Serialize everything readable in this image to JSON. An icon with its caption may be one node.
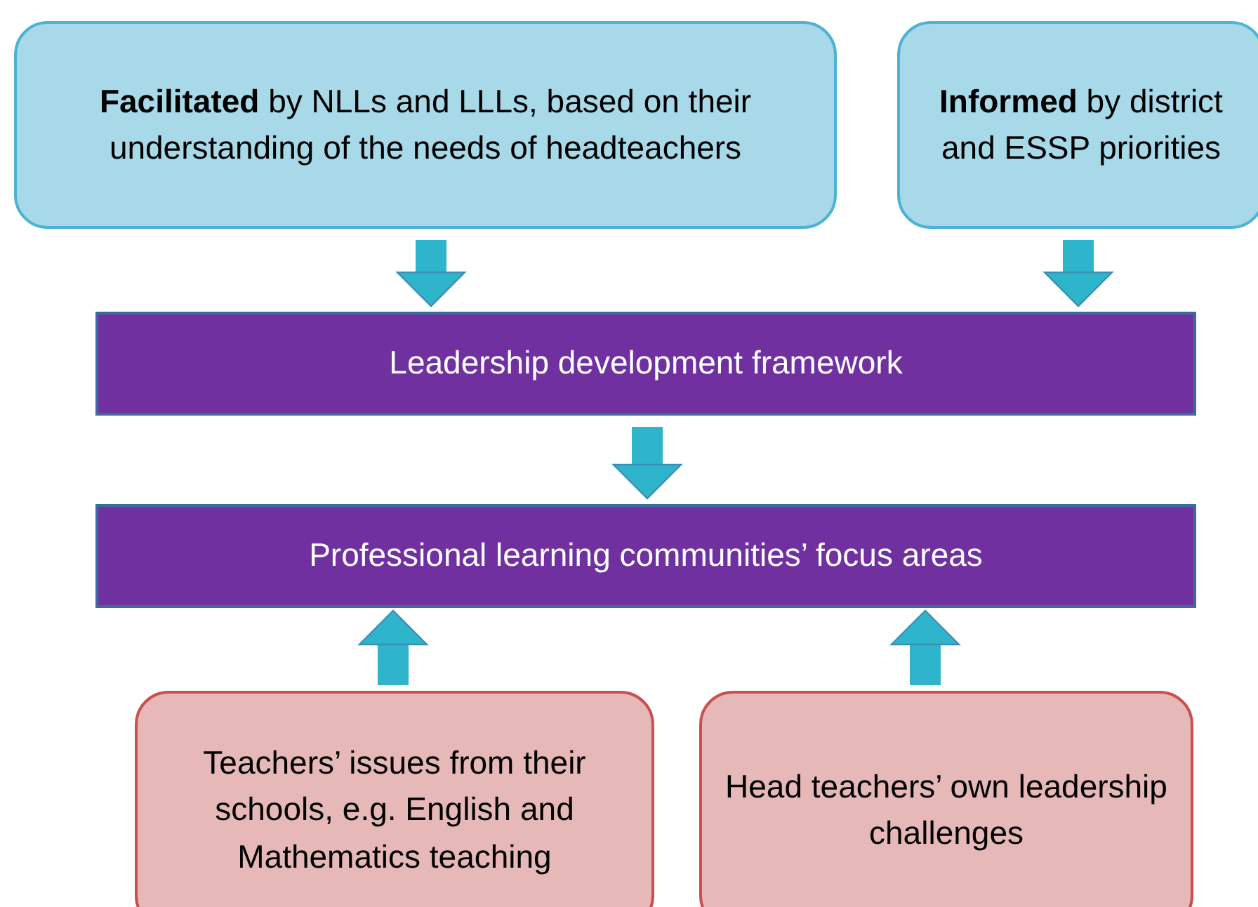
{
  "diagram": {
    "nodes": [
      {
        "text": [
          "**Facilitated** by NLLs and LLLs, based on their understanding of the needs of headteachers"
        ]
      },
      {
        "text": [
          "**Informed** by district and ESSP priorities"
        ]
      },
      {
        "text": [
          "Leadership development framework"
        ]
      },
      {
        "text": [
          "Professional learning communities’ focus areas"
        ]
      },
      {
        "text": [
          "Teachers’ issues from their schools, e.g. English and Mathematics teaching"
        ]
      },
      {
        "text": [
          "Head teachers’ own leadership challenges"
        ]
      }
    ],
    "edges": [
      {
        "from": 0,
        "to": 2,
        "arrow": "to"
      },
      {
        "from": 1,
        "to": 2,
        "arrow": "to"
      },
      {
        "from": 2,
        "to": 3,
        "arrow": "to"
      },
      {
        "from": 4,
        "to": 3,
        "arrow": "to"
      },
      {
        "from": 5,
        "to": 3,
        "arrow": "to"
      }
    ]
  }
}
